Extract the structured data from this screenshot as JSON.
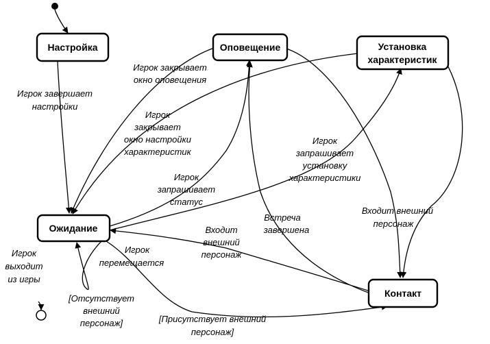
{
  "colors": {
    "ink": "#000000",
    "background": "#ffffff"
  },
  "states": {
    "nastroyka": "Настройка",
    "opoveshchenie": "Оповещение",
    "ustanovka_1": "Установка",
    "ustanovka_2": "характеристик",
    "ozhidanie": "Ожидание",
    "kontakt": "Контакт"
  },
  "transitions": {
    "t1": [
      "Игрок завершает",
      "настройки"
    ],
    "t2": [
      "Игрок закрывает",
      "окно оповещения"
    ],
    "t3": [
      "Игрок",
      "закрывает",
      "окно настройки",
      "характеристик"
    ],
    "t4": [
      "Игрок",
      "запрашивает",
      "статус"
    ],
    "t5": [
      "Игрок",
      "запрашивает",
      "установку",
      "характеристики"
    ],
    "t6": [
      "Встреча",
      "завершена"
    ],
    "t7": [
      "Входит внешний",
      "персонаж"
    ],
    "t8": [
      "Входит",
      "внешний",
      "персонаж"
    ],
    "t9": [
      "Игрок",
      "перемещается"
    ],
    "t10": [
      "[Отсутствует",
      "внешний",
      "персонаж]"
    ],
    "t11": [
      "[Присутствует внешний",
      "персонаж]"
    ],
    "t12": [
      "Игрок",
      "выходит",
      "из игры"
    ]
  }
}
